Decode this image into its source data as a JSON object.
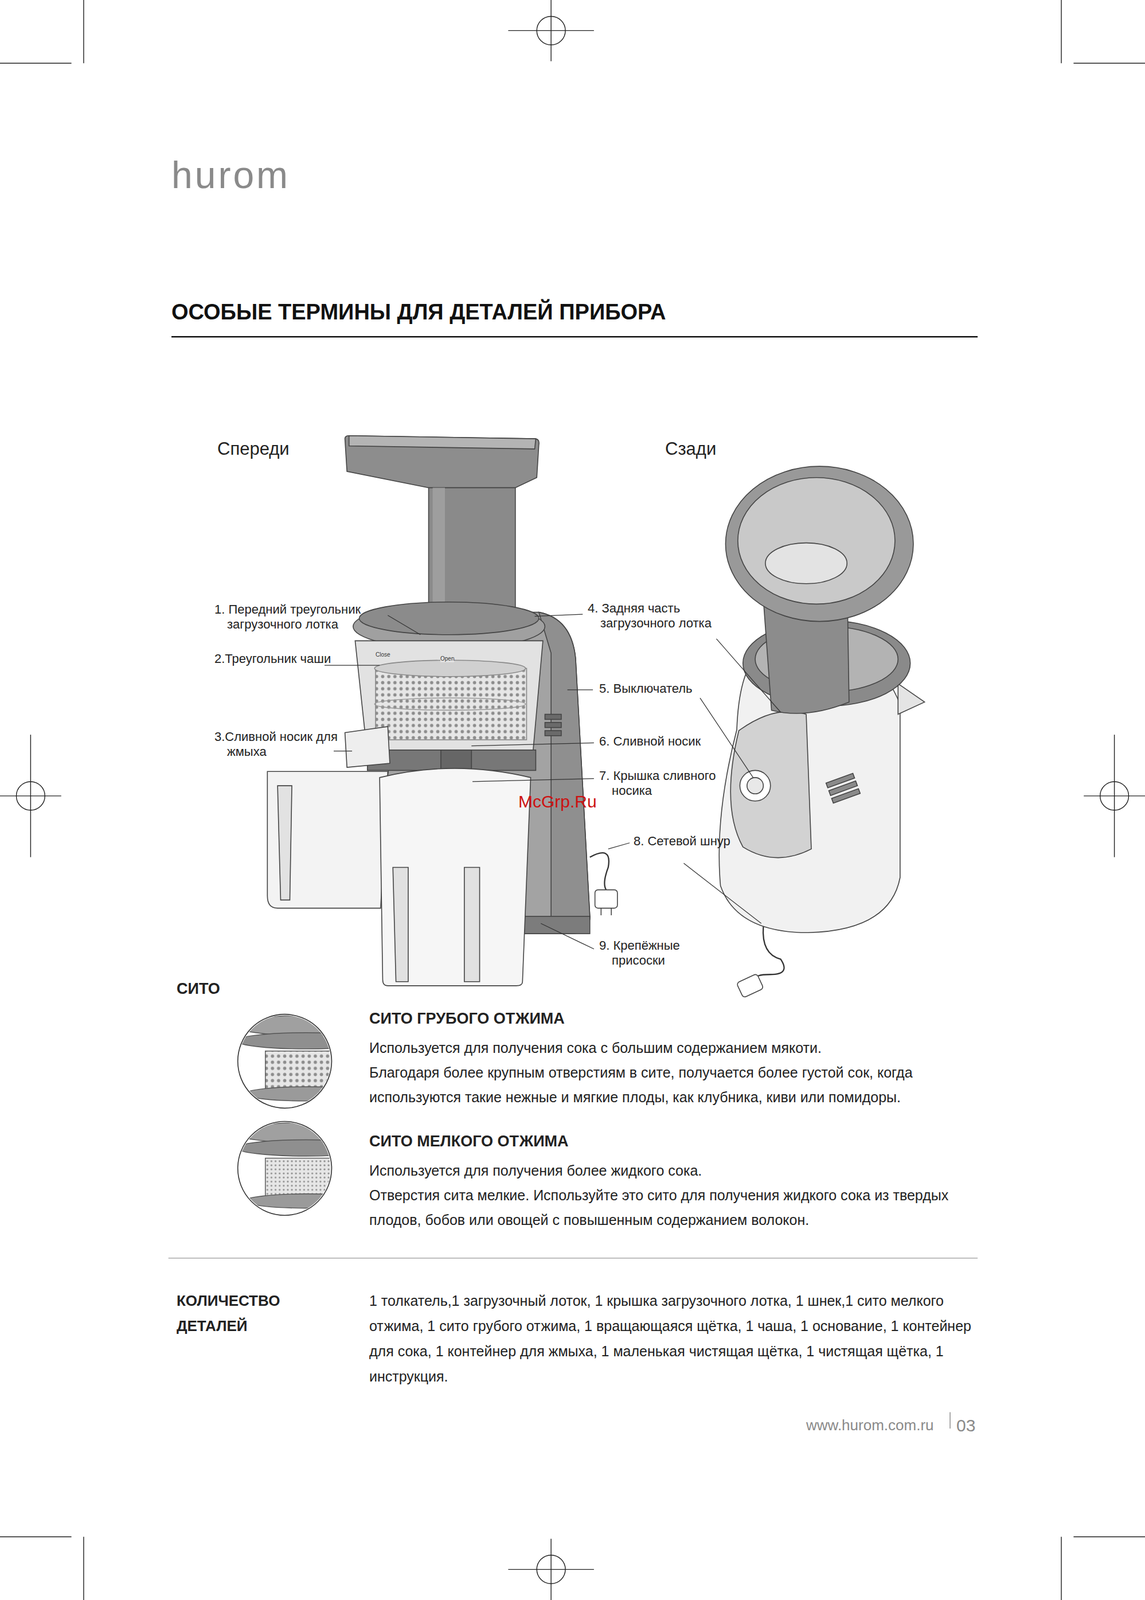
{
  "diagram": {
    "title": "ОСОБЫЕ ТЕРМИНЫ ДЛЯ ДЕТАЛЕЙ ПРИБОРА",
    "labels": [
      "hurom",
      "Спереди",
      "Сзади",
      "1. Передний треугольник загрузочного лотка",
      "2.Треугольник чаши",
      "3.Сливной носик для жмыха",
      "Close",
      "Open",
      "4. Задняя часть загрузочного лотка",
      "5. Выключатель",
      "6. Сливной носик",
      "7. Крышка сливного носика",
      "McGrp.Ru",
      "8. Сетевой шнур",
      "9. Крепёжные присоски",
      "СИТО",
      "СИТО ГРУБОГО ОТЖИМА",
      "Используется для получения сока с большим содержанием мякоти.",
      "Благодаря более крупным отверстиям в сите, получается более густой сок, когда используются такие нежные и мягкие плоды, как клубника, киви или помидоры.",
      "СИТО МЕЛКОГО ОТЖИМА",
      "Используется для получения более жидкого сока.",
      "Отверстия сита мелкие. Используйте это сито для получения жидкого сока из твердых плодов, бобов или овощей с повышенным содержанием волокон.",
      "КОЛИЧЕСТВО ДЕТАЛЕЙ",
      "1 толкатель,1 загрузочный лоток, 1 крышка загрузочного лотка, 1 шнек,1 сито мелкого отжима, 1 сито грубого отжима, 1 вращающаяся щётка, 1 чаша, 1 основание, 1 контейнер для сока, 1 контейнер для жмыха, 1 маленькая чистящая щётка, 1 чистящая щётка, 1 инструкция.",
      "www.hurom.com.ru",
      "03"
    ]
  }
}
